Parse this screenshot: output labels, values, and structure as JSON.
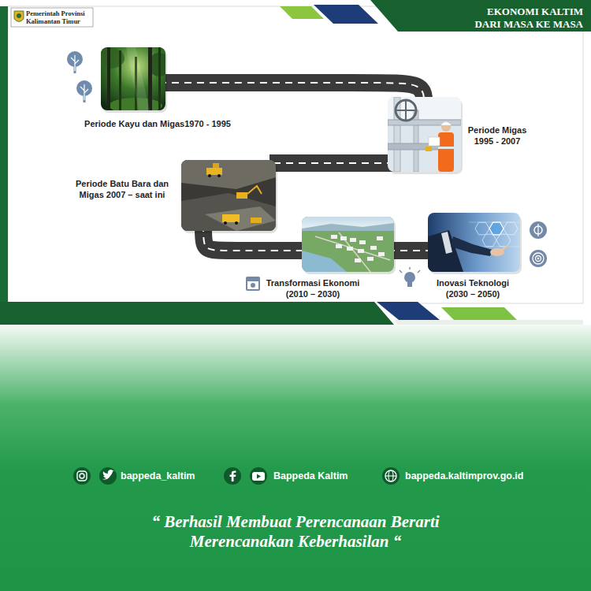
{
  "diagram": {
    "title": "EKONOMI KALTIM DARI MASA KE MASA",
    "nodes": [
      {
        "text": [
          "Periode Kayu dan Migas1970 - 1995"
        ]
      },
      {
        "text": [
          "Periode Migas 1995 - 2007"
        ]
      },
      {
        "text": [
          "Periode Batu Bara dan Migas 2007 – saat ini"
        ]
      },
      {
        "text": [
          "Transformasi Ekonomi (2010 – 2030)"
        ]
      },
      {
        "text": [
          "Inovasi Teknologi (2030 – 2050)"
        ]
      }
    ],
    "edges": [
      {
        "from": 0,
        "to": 1,
        "arrow": "none"
      },
      {
        "from": 1,
        "to": 2,
        "arrow": "none"
      },
      {
        "from": 2,
        "to": 3,
        "arrow": "none"
      },
      {
        "from": 3,
        "to": 4,
        "arrow": "none"
      }
    ],
    "labels": [
      "Pemerintah Provinsi Kalimantan Timur",
      "bappeda_kaltim",
      "Bappeda Kaltim",
      "bappeda.kaltimprov.go.id",
      "“ Berhasil Membuat Perencanaan Berarti Merencanakan Keberhasilan “"
    ]
  }
}
